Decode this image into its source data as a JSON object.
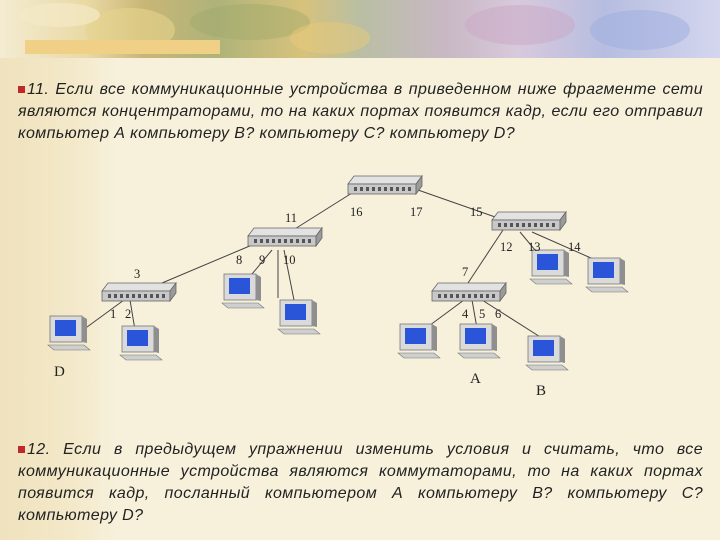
{
  "task11": {
    "number": "11.",
    "text": "Если все коммуникационные устройства в приведенном ниже фрагменте сети являются концентраторами, то на каких портах появится кадр, если его отправил компьютер А компьютеру В? компьютеру С? компьютеру D?"
  },
  "task12": {
    "number": "12.",
    "text": "Если в предыдущем упражнении изменить условия и считать, что все коммуникационные устройства являются коммутаторами, то на каких портах появится кадр, посланный компьютером А компьютеру В? компьютеру С? компьютеру D?"
  },
  "diagram": {
    "hubs": [
      {
        "id": "hub-top",
        "ports": [
          "16",
          "17"
        ]
      },
      {
        "id": "hub-left-mid",
        "ports": [
          "11",
          "8",
          "9",
          "10"
        ]
      },
      {
        "id": "hub-left-low",
        "ports": [
          "3",
          "1",
          "2"
        ]
      },
      {
        "id": "hub-right-mid",
        "ports": [
          "15",
          "12",
          "13",
          "14"
        ]
      },
      {
        "id": "hub-right-low",
        "ports": [
          "7",
          "4",
          "5",
          "6"
        ]
      }
    ],
    "computer_labels": {
      "D": "D",
      "A": "A",
      "B": "B"
    }
  },
  "colors": {
    "bullet": "#c2272d",
    "line": "#444444",
    "screen": "#2a55d8"
  }
}
